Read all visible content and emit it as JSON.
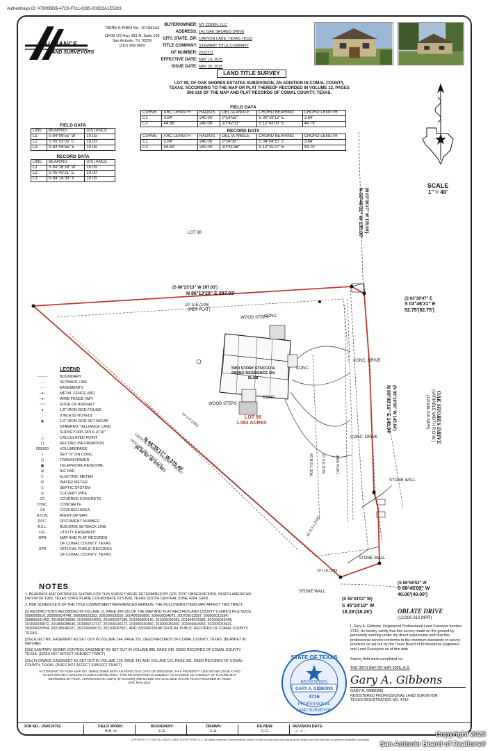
{
  "auth_id": "Authentisign ID: A7900BDB-47C9-F011-8195-000D3A1E5303",
  "company": {
    "name": "ALLIANCE",
    "tagline": "LAND SURVEYORS",
    "firm_no": "TBPELS FIRM No. 10194244",
    "address1": "18419 US Hwy 281 N. Suite 109",
    "address2": "San Antonio, TX 78259",
    "phone": "(210) 369-9609"
  },
  "header": {
    "rows": [
      {
        "label": "BUYER/OWNER:",
        "value": "MY ZZEEN, LLC"
      },
      {
        "label": "ADDRESS:",
        "value": "141 OAK SHORES DRIVE"
      },
      {
        "label": "CITY, STATE, ZIP:",
        "value": "CANYON LAKE, TEXAS 78133"
      },
      {
        "label": "TITLE COMPANY:",
        "value": "STEWART TITLE COMPANY"
      },
      {
        "label": "GF NUMBER:",
        "value": "2632211"
      },
      {
        "label": "EFFECTIVE DATE:",
        "value": "MAY 19, 2025"
      },
      {
        "label": "ISSUE DATE:",
        "value": "MAY 28, 2025"
      }
    ]
  },
  "survey_title": "LAND TITLE SURVEY",
  "description": "LOT 99, OF OAK SHORES ESTATES SUBDIVISION, AN ADDITION IN COMAL COUNTY, TEXAS, ACCORDING TO THE MAP OR PLAT THEREOF RECORDED IN VOLUME 12, PAGES 306-310 OF THE MAP AND PLAT RECORDS OF COMAL COUNTY, TEXAS.",
  "curve_field": {
    "caption": "FIELD DATA",
    "headers": [
      "CURVE",
      "ARC LENGTH",
      "RADIUS",
      "DELTA ANGLE",
      "CHORD BEARING",
      "CHORD LENGTH"
    ],
    "rows": [
      [
        "C1",
        "3.84'",
        "240.00'",
        "0°54'56\"",
        "S 00°19'12\" E",
        "3.84'"
      ],
      [
        "C2",
        "44.86'",
        "240.00'",
        "10°42'31\"",
        "S 12°43'00\" E",
        "44.79'"
      ]
    ]
  },
  "curve_record": {
    "caption": "RECORD DATA",
    "headers": [
      "CURVE",
      "ARC LENGTH",
      "RADIUS",
      "DELTA ANGLE",
      "CHORD BEARING",
      "CHORD LENGTH"
    ],
    "rows": [
      [
        "C1",
        "3.84'",
        "240.00'",
        "0°54'56\"",
        "S 04°04'15\" E",
        "3.84'"
      ],
      [
        "C2",
        "44.82'",
        "240.00'",
        "10°41'56\"",
        "S 12°15'27\" E",
        "44.75'"
      ]
    ]
  },
  "line_field": {
    "caption": "FIELD DATA",
    "headers": [
      "LINE",
      "BEARING",
      "DISTANCE"
    ],
    "rows": [
      [
        "L1",
        "S 84°06'55\" W",
        "10.05'"
      ],
      [
        "L2",
        "S 05°53'05\" E",
        "10.00'"
      ],
      [
        "L3",
        "N 84°06'55\" E",
        "10.05'"
      ]
    ]
  },
  "line_record": {
    "caption": "RECORD DATA",
    "headers": [
      "LINE",
      "BEARING",
      "DISTANCE"
    ],
    "rows": [
      [
        "L1",
        "S 84°16'39\" W",
        "10.05'"
      ],
      [
        "L2",
        "S 05°43'21\" E",
        "10.00'"
      ],
      [
        "L3",
        "N 84°16'39\" E",
        "10.05'"
      ]
    ]
  },
  "scale": {
    "label": "SCALE",
    "value": "1\" = 40'"
  },
  "plat": {
    "lot98": "LOT 98",
    "lot99": "LOT 99",
    "acres": "1.084 ACRES",
    "residence": "TWO STORY STUCCO & SIDING RESIDENCE ON SLAB",
    "north_rec": "(S 86°23'13\" W 297.03')",
    "north": "N 86°13'29\" E 297.03'",
    "ue_top": "10' U.E.(10b)",
    "per_plat": "(PER PLAT)",
    "west_rec": "(N 44°57' W 370.49')",
    "west": "N 44°35'17\" W 370.49'",
    "canyon": "CANYON SPRINGS RESORT POA INC",
    "canyon_vol": "(VOLUME 261, PAGE 418)",
    "east_top_rec": "(N 03°36'47\" W 135.00')",
    "east_top": "N 03°46'31\" W 135.00'",
    "east_br_rec": "(S 03°36'47\" E",
    "east_br": "S 03°46'31\" E",
    "east_br_dist": "52.75'(52.75')",
    "east_mid_rec": "(N 00°19'00\" W 145.94')",
    "east_mid": "N 00°08'16\" E 145.94'",
    "road": "OAK SHORES DRIVE",
    "road_width": "(VARIABLE WIDTH R.O.W.)",
    "road_vol": "(12/306-310 MPR)",
    "south1_rec": "(S 68°56'52\" W",
    "south1": "S 68°45'09\" W",
    "south1_dist": "40.00'(40.00')",
    "south2_rec": "(S 45°34'03\" W)",
    "south2": "S 45°24'19\" W",
    "south2_dist": "18.28'(18.28')",
    "oblate": "OBLATE DRIVE",
    "oblate_vol": "(12/306-310 MPR)",
    "wood_steps": "WOOD STEPS",
    "wood_steps2": "WOOD STEPS",
    "conc": "CONC.",
    "conc_drive": "CONC. DRIVE",
    "stone_wall": "STONE WALL",
    "ue_40": "40' B.S.L.(10b)",
    "ue_20": "20' U.E.(10b)",
    "ue_10w": "10' U.E.(10b)",
    "ue_10s": "10' U.E.(10b)",
    "bsl_40": "40' B.S.L.(10b)"
  },
  "legend": {
    "title": "LEGEND",
    "items": [
      {
        "sym": "———",
        "label": "BOUNDARY"
      },
      {
        "sym": "- - -",
        "label": "SETBACK LINE"
      },
      {
        "sym": "- - -",
        "label": "EASEMENTS"
      },
      {
        "sym": "–o–",
        "label": "METAL FENCE (MF)"
      },
      {
        "sym": "–x–",
        "label": "WIRE FENCE (WF)"
      },
      {
        "sym": "~~~",
        "label": "EDGE OF ASPHALT"
      },
      {
        "sym": "●",
        "label": "1/2\" IRON ROD FOUND"
      },
      {
        "sym": "",
        "label": "(UNLESS NOTED)"
      },
      {
        "sym": "◉",
        "label": "1/2\" IRON ROD SET W/CAP"
      },
      {
        "sym": "",
        "label": "STAMPED: \"ALLIANCE LAND"
      },
      {
        "sym": "",
        "label": "SURVEYORS RPLS 4716\""
      },
      {
        "sym": "△",
        "label": "CALCULATED POINT"
      },
      {
        "sym": "( )",
        "label": "RECORD INFORMATION"
      },
      {
        "sym": "000/000",
        "label": "VOLUME/PAGE"
      },
      {
        "sym": "×",
        "label": "SET \"X\" ON CONC."
      },
      {
        "sym": "▢",
        "label": "TRANSFORMER"
      },
      {
        "sym": "▣",
        "label": "TELEPHONE PEDESTAL"
      },
      {
        "sym": "⊞",
        "label": "A/C PAD"
      },
      {
        "sym": "Ⓔ",
        "label": "ELECTRIC METER"
      },
      {
        "sym": "Ⓦ",
        "label": "WATER METER"
      },
      {
        "sym": "Ⓢ",
        "label": "SEPTIC SYSTEM"
      },
      {
        "sym": "⊡",
        "label": "CULVERT PIPE"
      },
      {
        "sym": "CC",
        "label": "COVERED CONCRETE"
      },
      {
        "sym": "CONC.",
        "label": "CONCRETE"
      },
      {
        "sym": "CA",
        "label": "COVERED AREA"
      },
      {
        "sym": "R.O.W.",
        "label": "RIGHT-OF-WAY"
      },
      {
        "sym": "DOC.",
        "label": "DOCUMENT NUMBER"
      },
      {
        "sym": "B.S.L.",
        "label": "BUILDING SETBACK LINE"
      },
      {
        "sym": "U.E.",
        "label": "UTILITY EASEMENT"
      },
      {
        "sym": "MPR",
        "label": "MAP AND PLAT RECORDS"
      },
      {
        "sym": "",
        "label": "OF COMAL COUNTY, TEXAS"
      },
      {
        "sym": "OPR",
        "label": "OFFICIAL PUBLIC RECORDS"
      },
      {
        "sym": "",
        "label": "OF COMAL COUNTY, TEXAS"
      }
    ]
  },
  "notes": {
    "title": "NOTES",
    "items": [
      "1. BEARINGS AND DISTANCES SHOWN FOR THIS SURVEY WERE DETERMINED BY GPS \"RTK\" OBSERVATIONS, NORTH AMERICAN DATUM OF 1983, TEXAS STATE PLANE COORDINATE SYSTEM, TEXAS SOUTH CENTRAL ZONE 4204, GRID.",
      "2. PER SCHEDULE B OF THE TITLE COMMITMENT REFERENCED HEREON, THE FOLLOWING ITEMS MAY AFFECT THIS TRACT:",
      "[1] RESTRICTIONS RECORDED IN VOLUME 12, PAGE 306-310 OF THE MAP AND PLAT RECORDS AND COUNTY CLERK'S FILE NO(S). 9906003016, 200006024748, 200006029252, 200106005555, 200406030856, 200606024873, 200706012587; 200806015284, 200806031462; 201006019996; 201006024653, 201006027185; 201206000140, 201206005381, 201306042386, 201506043448, 201606039872, 201806038640, 201906012717, 201906016173, 201906030450, 201906030200, 202006004953, 202006015631, 202006020594, 202106046107, 202106056072, 202106067667, AND 202306015188 OFFICIAL PUBLIC RECORDS OF COMAL COUNTY, TEXAS.",
      "[10a] ELECTRIC EASEMENT AS SET OUT IN VOLUME 144, PAGE 251, DEED RECORDS OF COMAL COUNTY, TEXAS. (BLANKET IN NATURE)",
      "[10d] SANITARY SEWER CONTROL EASEMENT AS SET OUT IN VOLUME 885, PAGE 140, DEED RECORDS OF COMAL COUNTY, TEXAS. (DOES NOT AFFECT SUBJECT TRACT)",
      "[10e] FLOWAGE EASEMENT AS SET OUT IN VOLUME 120, PAGE 441 AND VOLUME 122, PAGE 291, DEED RECORDS OF COMAL COUNTY, TEXAS. (DOES NOT AFFECT SUBJECT TRACT)",
      "ACCORDING TO FEMA MAP NO. 48091C0095F WITH AN EFFECTIVE DATE OF 09/02/2009, THIS PROPERTY LIES WITHIN ZONE X AND IS NOT WITHIN A SPECIAL FLOOD HAZARD AREA. THIS INFORMATION IS SUBJECT TO CHANGE AS A RESULT OF FUTURE MAP REVISIONS BY FEMA. APPROXIMATE LIMITS (IF SHOWN) ARE BASED ON AVAILABLE SHAPE FILES PROVIDED BY FEMA (msc.fema.gov)."
    ]
  },
  "certification": "I, Gary A. Gibbons, Registered Professional Land Surveyor number 4716, do hereby certify that this survey made on the ground by personally working under my direct supervision and that this professional service conforms to the minimum standards of survey practices as set out by the Texas Board of Professional Engineers and Land Surveyors as of this date.",
  "field_work_completed": "Survey field work completed on:",
  "sign_date": "THE 30TH DAY OF MAY 2025, A.D.",
  "signature": "Gary A. Gibbons",
  "surveyor": {
    "name": "GARY A. GIBBONS",
    "title": "REGISTERED PROFESSIONAL LAND SURVEYOR",
    "reg": "TEXAS REGISTRATION NO. 4716"
  },
  "seal": {
    "top": "STATE OF TEXAS",
    "mid": "REGISTERED",
    "name": "GARY A. GIBBONS",
    "num": "4716",
    "bottom1": "PROFESSIONAL",
    "bottom2": "LAND SURVEYOR"
  },
  "bottom": {
    "job_label": "JOB NO.:",
    "job": "250519752",
    "fw_label": "FIELD WORK:",
    "fw": "B.B. III",
    "bd_label": "BOUNDARY:",
    "bd": "E.A.",
    "dr_label": "DRAWN:",
    "dr": "E.A.",
    "rv_label": "REVIEW:",
    "rv": "G.G.",
    "rd_label": "REVISION DATE:",
    "rd": "- -/- -/- -"
  },
  "footer": "COPYRIGHT © 2025 ALLIANCE LAND SURVEYORS LLC. All rights reserved. Improvements shown on this survey may not portray exact shape and size and are for general illustration purposes.",
  "copyright1": "Copyright 2025",
  "copyright2": "San Antonio Board of Realtors®",
  "colors": {
    "boundary": "#c0392b",
    "lot_label": "#c0392b",
    "seal": "#1f5fb4"
  }
}
